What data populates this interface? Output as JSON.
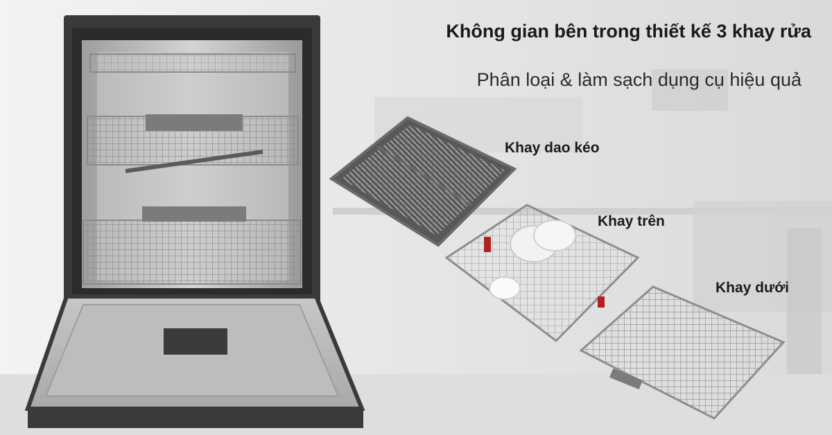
{
  "headline": "Không gian bên trong thiết kế 3 khay rửa",
  "subheadline": "Phân loại & làm sạch dụng cụ hiệu quả",
  "labels": {
    "cutlery_tray": "Khay dao kéo",
    "upper_rack": "Khay trên",
    "lower_rack": "Khay dưới"
  },
  "colors": {
    "appliance_body": "#3a3a3c",
    "interior_steel": "#bdbdbf",
    "background": "#e9e9e9",
    "text": "#1a1a1a"
  }
}
